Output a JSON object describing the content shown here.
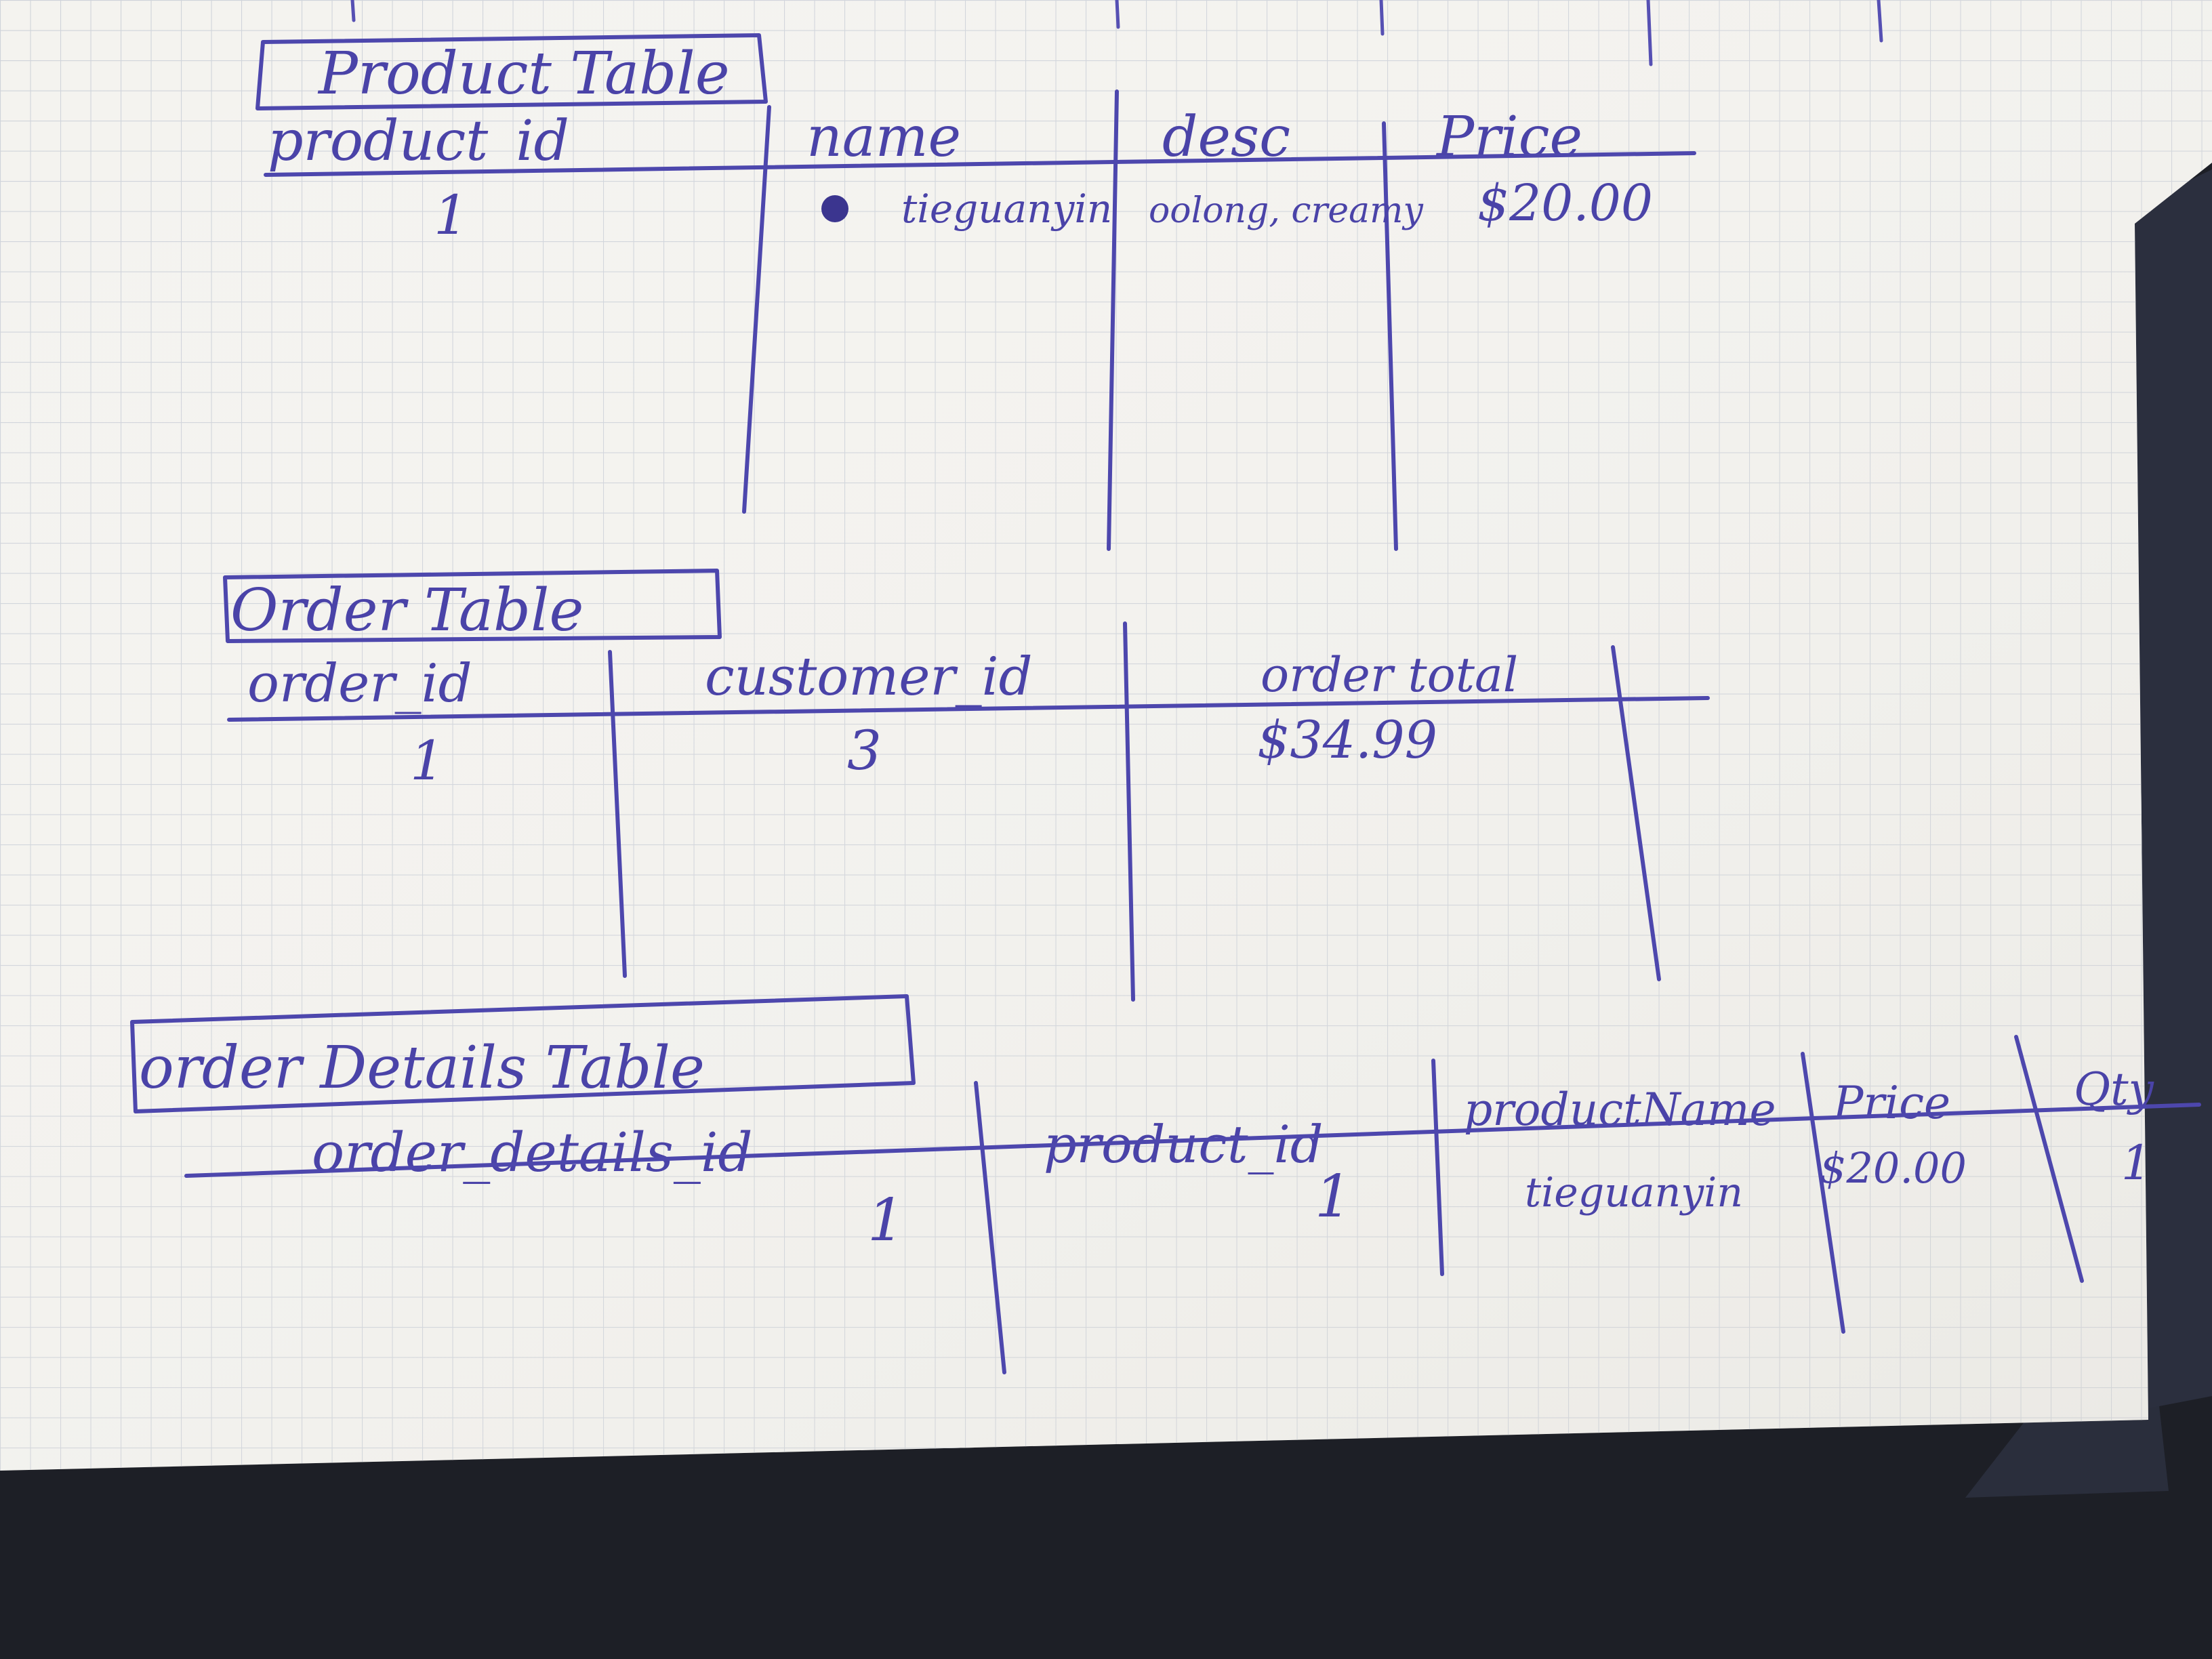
{
  "product_table": {
    "title": "Product Table",
    "headers": [
      "product_id",
      "name",
      "desc",
      "Price"
    ],
    "row": [
      "1",
      "tieguanyin",
      "oolong, creamy",
      "$20.00"
    ]
  },
  "order_table": {
    "title": "Order Table",
    "headers": [
      "order_id",
      "customer_id",
      "order total"
    ],
    "row": [
      "1",
      "3",
      "$34.99"
    ]
  },
  "order_details_table": {
    "title": "order Details Table",
    "headers": [
      "order_details_id",
      "product_id",
      "productName",
      "Price",
      "Qty"
    ],
    "row": [
      "1",
      "1",
      "tieguanyin",
      "$20.00",
      "1"
    ]
  }
}
